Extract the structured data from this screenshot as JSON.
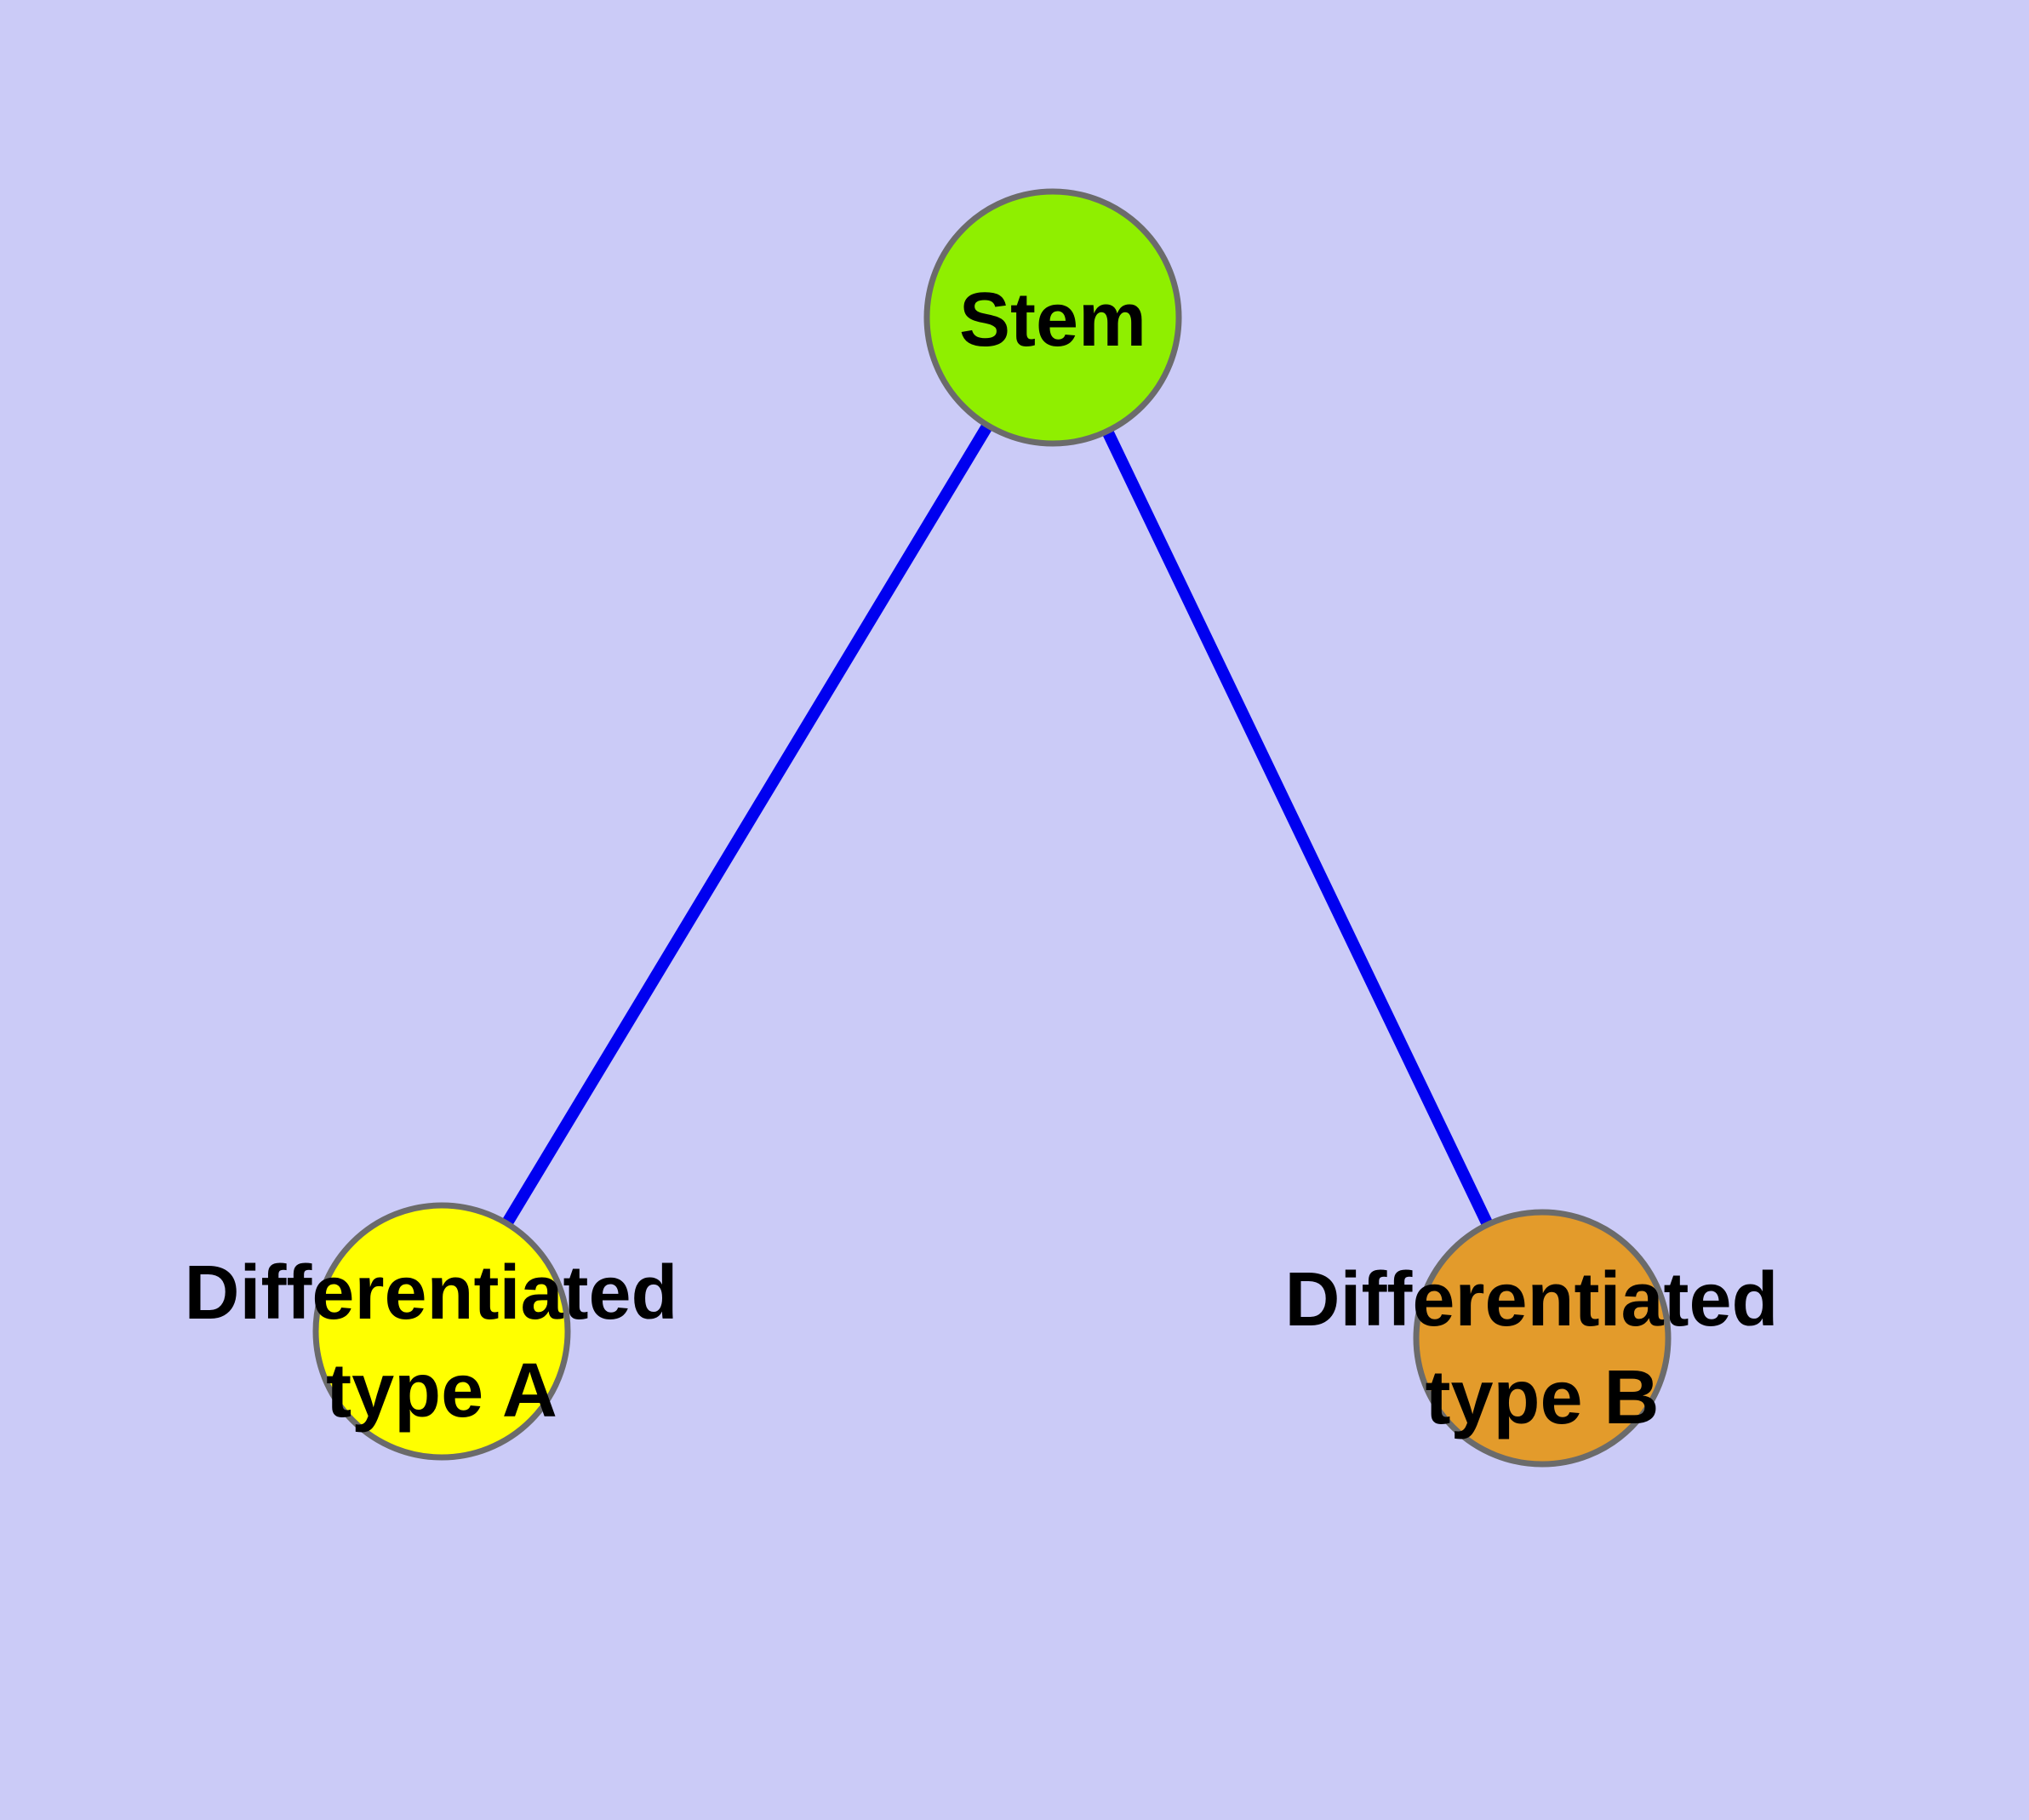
{
  "diagram": {
    "description": "Cell differentiation graph: one stem node connected to two differentiated cell type nodes",
    "background_color": "#CBCBF7",
    "edge_color": "#0000F0",
    "node_border_color": "#6B6B6B",
    "label_color": "#000000",
    "nodes": [
      {
        "id": "stem",
        "label": "Stem",
        "fill": "#8FEF00"
      },
      {
        "id": "differentiated-type-a",
        "label": "Differentiated type A",
        "label_line1": "Differentiated",
        "label_line2": "type A",
        "fill": "#FFFF00"
      },
      {
        "id": "differentiated-type-b",
        "label": "Differentiated type B",
        "label_line1": "Differentiated",
        "label_line2": "type B",
        "fill": "#E39B2B"
      }
    ],
    "edges": [
      {
        "from": "Stem",
        "to": "Differentiated type A"
      },
      {
        "from": "Stem",
        "to": "Differentiated type B"
      }
    ]
  }
}
